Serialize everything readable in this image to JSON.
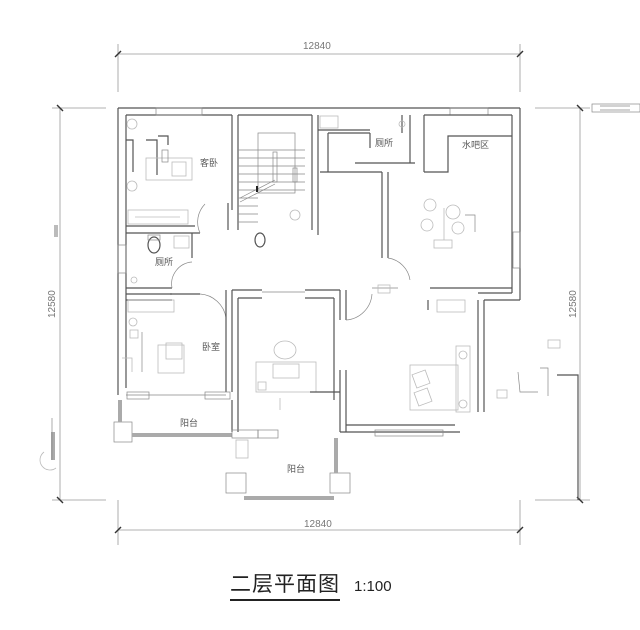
{
  "drawing": {
    "title": "二层平面图",
    "scale": "1:100"
  },
  "dimensions": {
    "top_width": "12840",
    "bottom_width": "12840",
    "left_height": "12580",
    "right_height": "12580"
  },
  "rooms": {
    "guest_bedroom": "客卧",
    "bathroom_left": "厕所",
    "bathroom_top": "厕所",
    "water_bar": "水吧区",
    "bedroom": "卧室",
    "balcony_left": "阳台",
    "balcony_bottom": "阳台"
  },
  "colors": {
    "wall": "#555555",
    "fixture": "#bbbbbb",
    "dimension": "#999999",
    "text": "#222222"
  }
}
